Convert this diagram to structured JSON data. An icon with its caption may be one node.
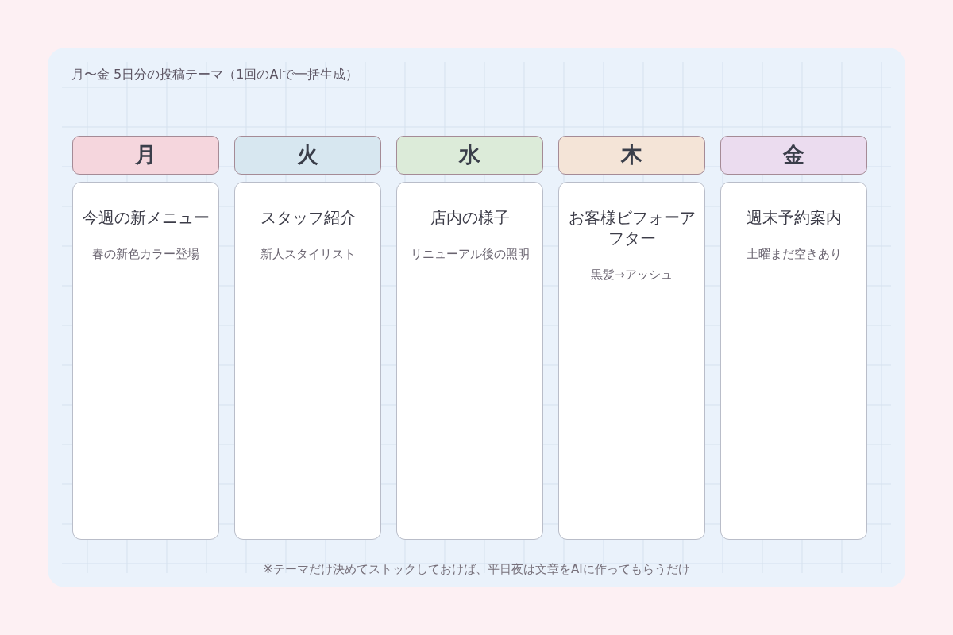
{
  "diagram": {
    "title": "月〜金 5日分の投稿テーマ（1回のAIで一括生成）",
    "caption": "※テーマだけ決めてストックしておけば、平日夜は文章をAIに作ってもらうだけ",
    "nodes": [
      {
        "text": [
          "月"
        ]
      },
      {
        "text": [
          "火"
        ]
      },
      {
        "text": [
          "水"
        ]
      },
      {
        "text": [
          "木"
        ]
      },
      {
        "text": [
          "金"
        ]
      },
      {
        "text": [
          "今週の新メニュー",
          "春の新色カラー登場"
        ]
      },
      {
        "text": [
          "スタッフ紹介",
          "新人スタイリスト"
        ]
      },
      {
        "text": [
          "店内の様子",
          "リニューアル後の照明"
        ]
      },
      {
        "text": [
          "お客様ビフォーアフター",
          "黒髪→アッシュ"
        ]
      },
      {
        "text": [
          "週末予約案内",
          "土曜まだ空きあり"
        ]
      }
    ]
  }
}
